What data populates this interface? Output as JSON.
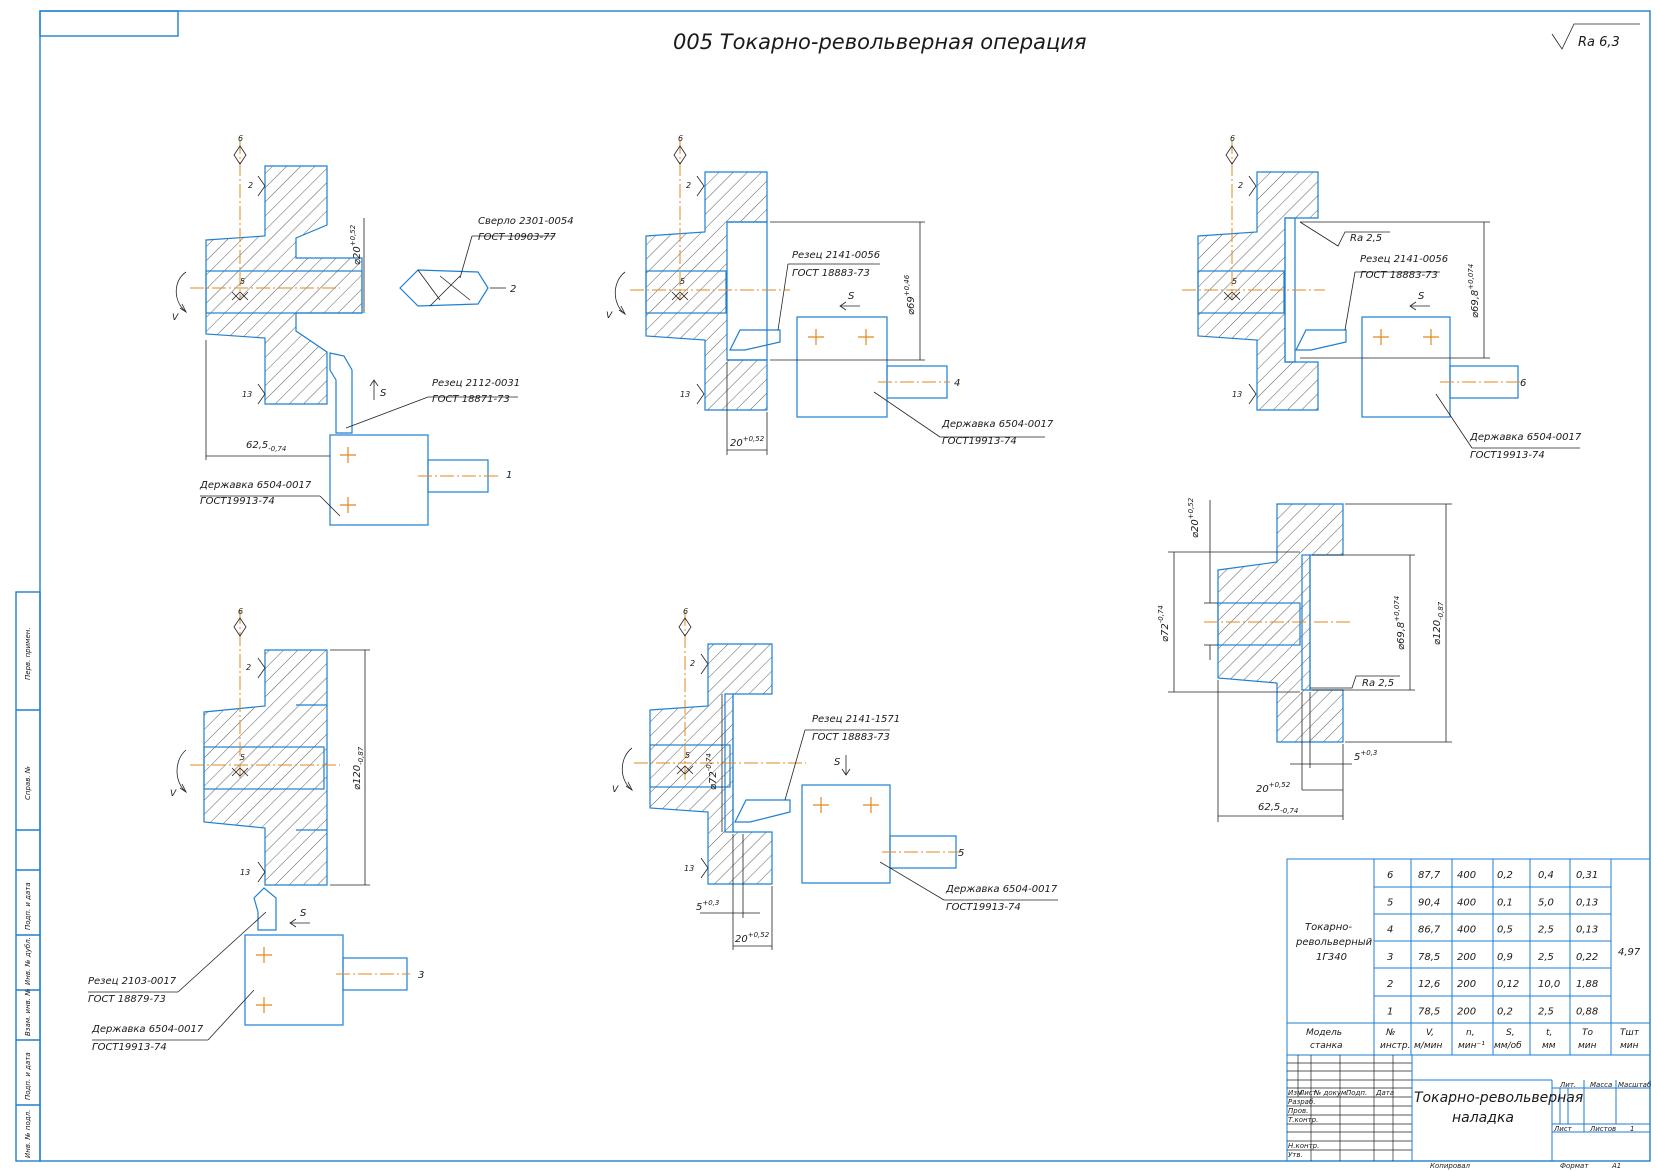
{
  "title": "005 Токарно-револьверная операция",
  "roughness": "Ra 6,3",
  "views": {
    "v1": {
      "drill_name": "Сверло 2301-0054",
      "drill_std": "ГОСТ 10903-77",
      "drill_num": "2",
      "dia": "⌀20",
      "dia_tol": "+0,52",
      "cutter_name": "Резец 2112-0031",
      "cutter_std": "ГОСТ 18871-73",
      "holder_name": "Державка 6504-0017",
      "holder_std": "ГОСТ19913-74",
      "len": "62,5",
      "len_tol": "-0,74",
      "tool_num": "1",
      "base_6": "6",
      "base_2": "2",
      "base_5": "5",
      "base_13": "13",
      "v": "V",
      "s": "S"
    },
    "v2": {
      "cutter_name": "Резец 2141-0056",
      "cutter_std": "ГОСТ 18883-73",
      "holder_name": "Державка 6504-0017",
      "holder_std": "ГОСТ19913-74",
      "dia": "⌀69",
      "dia_tol": "+0,46",
      "len": "20",
      "len_tol": "+0,52",
      "tool_num": "4",
      "base_6": "6",
      "base_2": "2",
      "base_5": "5",
      "base_13": "13",
      "v": "V",
      "s": "S"
    },
    "v3": {
      "ra": "Ra 2,5",
      "cutter_name": "Резец 2141-0056",
      "cutter_std": "ГОСТ 18883-73",
      "holder_name": "Державка 6504-0017",
      "holder_std": "ГОСТ19913-74",
      "dia": "⌀69,8",
      "dia_tol": "+0,074",
      "tool_num": "6",
      "base_6": "6",
      "base_2": "2",
      "base_5": "5",
      "base_13": "13",
      "s": "S"
    },
    "v4": {
      "cutter_name": "Резец 2103-0017",
      "cutter_std": "ГОСТ 18879-73",
      "holder_name": "Державка 6504-0017",
      "holder_std": "ГОСТ19913-74",
      "dia": "⌀120",
      "dia_tol": "-0,87",
      "tool_num": "3",
      "base_6": "6",
      "base_2": "2",
      "base_5": "5",
      "base_13": "13",
      "v": "V",
      "s": "S"
    },
    "v5": {
      "cutter_name": "Резец 2141-1571",
      "cutter_std": "ГОСТ 18883-73",
      "holder_name": "Державка 6504-0017",
      "holder_std": "ГОСТ19913-74",
      "dia": "⌀72",
      "dia_tol": "-0,74",
      "w": "5",
      "w_tol": "+0,3",
      "len": "20",
      "len_tol": "+0,52",
      "tool_num": "5",
      "base_6": "6",
      "base_2": "2",
      "base_5": "5",
      "base_13": "13",
      "v": "V",
      "s": "S"
    },
    "v6": {
      "d20": "⌀20",
      "d20_tol": "+0,52",
      "d72": "⌀72",
      "d72_tol": "-0,74",
      "d698": "⌀69,8",
      "d698_tol": "+0,074",
      "d120": "⌀120",
      "d120_tol": "-0,87",
      "ra": "Ra 2,5",
      "w": "5",
      "w_tol": "+0,3",
      "l20": "20",
      "l20_tol": "+0,52",
      "l625": "62,5",
      "l625_tol": "-0,74"
    }
  },
  "table": {
    "machine_label": [
      "Токарно-",
      "револьверный",
      "1Г340"
    ],
    "rows": [
      {
        "n": "6",
        "v": "87,7",
        "rpm": "400",
        "s": "0,2",
        "t": "0,4",
        "to": "0,31"
      },
      {
        "n": "5",
        "v": "90,4",
        "rpm": "400",
        "s": "0,1",
        "t": "5,0",
        "to": "0,13"
      },
      {
        "n": "4",
        "v": "86,7",
        "rpm": "400",
        "s": "0,5",
        "t": "2,5",
        "to": "0,13"
      },
      {
        "n": "3",
        "v": "78,5",
        "rpm": "200",
        "s": "0,9",
        "t": "2,5",
        "to": "0,22"
      },
      {
        "n": "2",
        "v": "12,6",
        "rpm": "200",
        "s": "0,12",
        "t": "10,0",
        "to": "1,88"
      },
      {
        "n": "1",
        "v": "78,5",
        "rpm": "200",
        "s": "0,2",
        "t": "2,5",
        "to": "0,88"
      }
    ],
    "tsht": "4,97",
    "headers": {
      "model": [
        "Модель",
        "станка"
      ],
      "n": [
        "№",
        "инстр."
      ],
      "v": [
        "V,",
        "м/мин"
      ],
      "rpm": [
        "n,",
        "мин⁻¹"
      ],
      "s": [
        "S,",
        "мм/об"
      ],
      "t": [
        "t,",
        "мм"
      ],
      "to": [
        "Tо",
        "мин"
      ],
      "tsht": [
        "Tшт",
        "мин"
      ]
    }
  },
  "stamp": {
    "title1": "Токарно-револьверная",
    "title2": "наладка",
    "izm": "Изм",
    "list": "Лист",
    "ndoc": "№ докум.",
    "podp": "Подп.",
    "data": "Дата",
    "razrab": "Разраб.",
    "prov": "Пров.",
    "tkontr": "Т.контр.",
    "nkontr": "Н.контр.",
    "utv": "Утв.",
    "lit": "Лит.",
    "massa": "Масса",
    "masshtab": "Масштаб",
    "list2": "Лист",
    "listov": "Листов",
    "listov_val": "1",
    "kopiroval": "Копировал",
    "format": "Формат",
    "format_val": "A1"
  },
  "side": {
    "perv": "Перв. примен.",
    "sprav": "Справ. №",
    "podp_data1": "Подп. и дата",
    "inv_dubl": "Инв. № дубл.",
    "vzam": "Взам. инв. №",
    "podp_data2": "Подп. и дата",
    "inv_podl": "Инв. № подл."
  },
  "colors": {
    "line": "#1f7fd0",
    "axis": "#e08a1e",
    "text": "#1a1a1a"
  }
}
